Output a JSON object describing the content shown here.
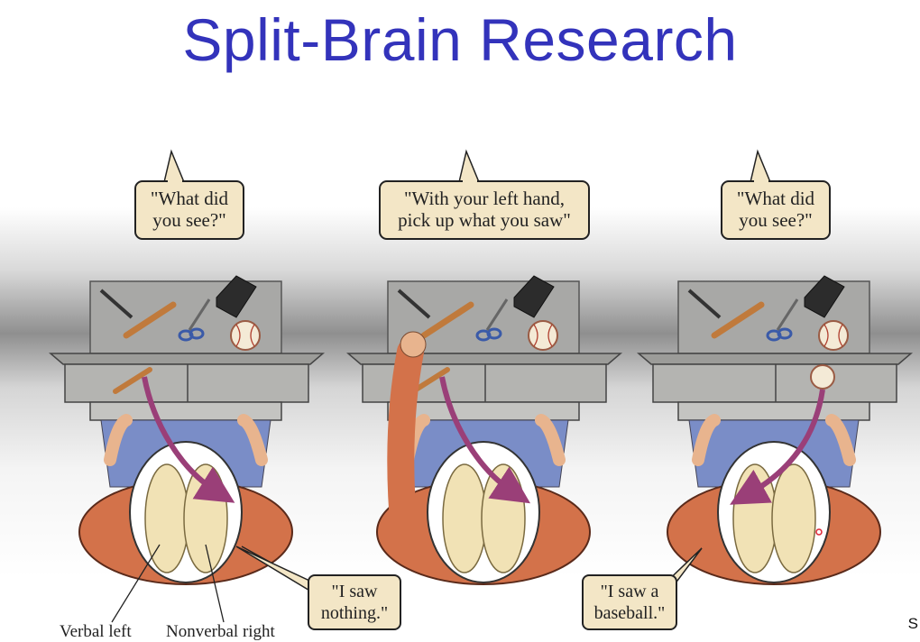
{
  "title": "Split-Brain Research",
  "panels": [
    {
      "question": [
        "\"What did",
        "you see?\""
      ],
      "answer": [
        "\"I saw",
        "nothing.\""
      ]
    },
    {
      "question": [
        "\"With your left hand,",
        "pick up what you saw\""
      ]
    },
    {
      "question": [
        "\"What did",
        "you see?\""
      ],
      "answer": [
        "\"I saw a",
        "baseball.\""
      ]
    }
  ],
  "labels": {
    "left": "Verbal left",
    "right": "Nonverbal right"
  },
  "corner": "S",
  "colors": {
    "title": "#3333bb",
    "bubble": "#f3e6c6",
    "shirt": "#d3724a",
    "arrow": "#9a3f78",
    "jeans": "#7a8dc7",
    "brain": "#f1e2b5"
  }
}
